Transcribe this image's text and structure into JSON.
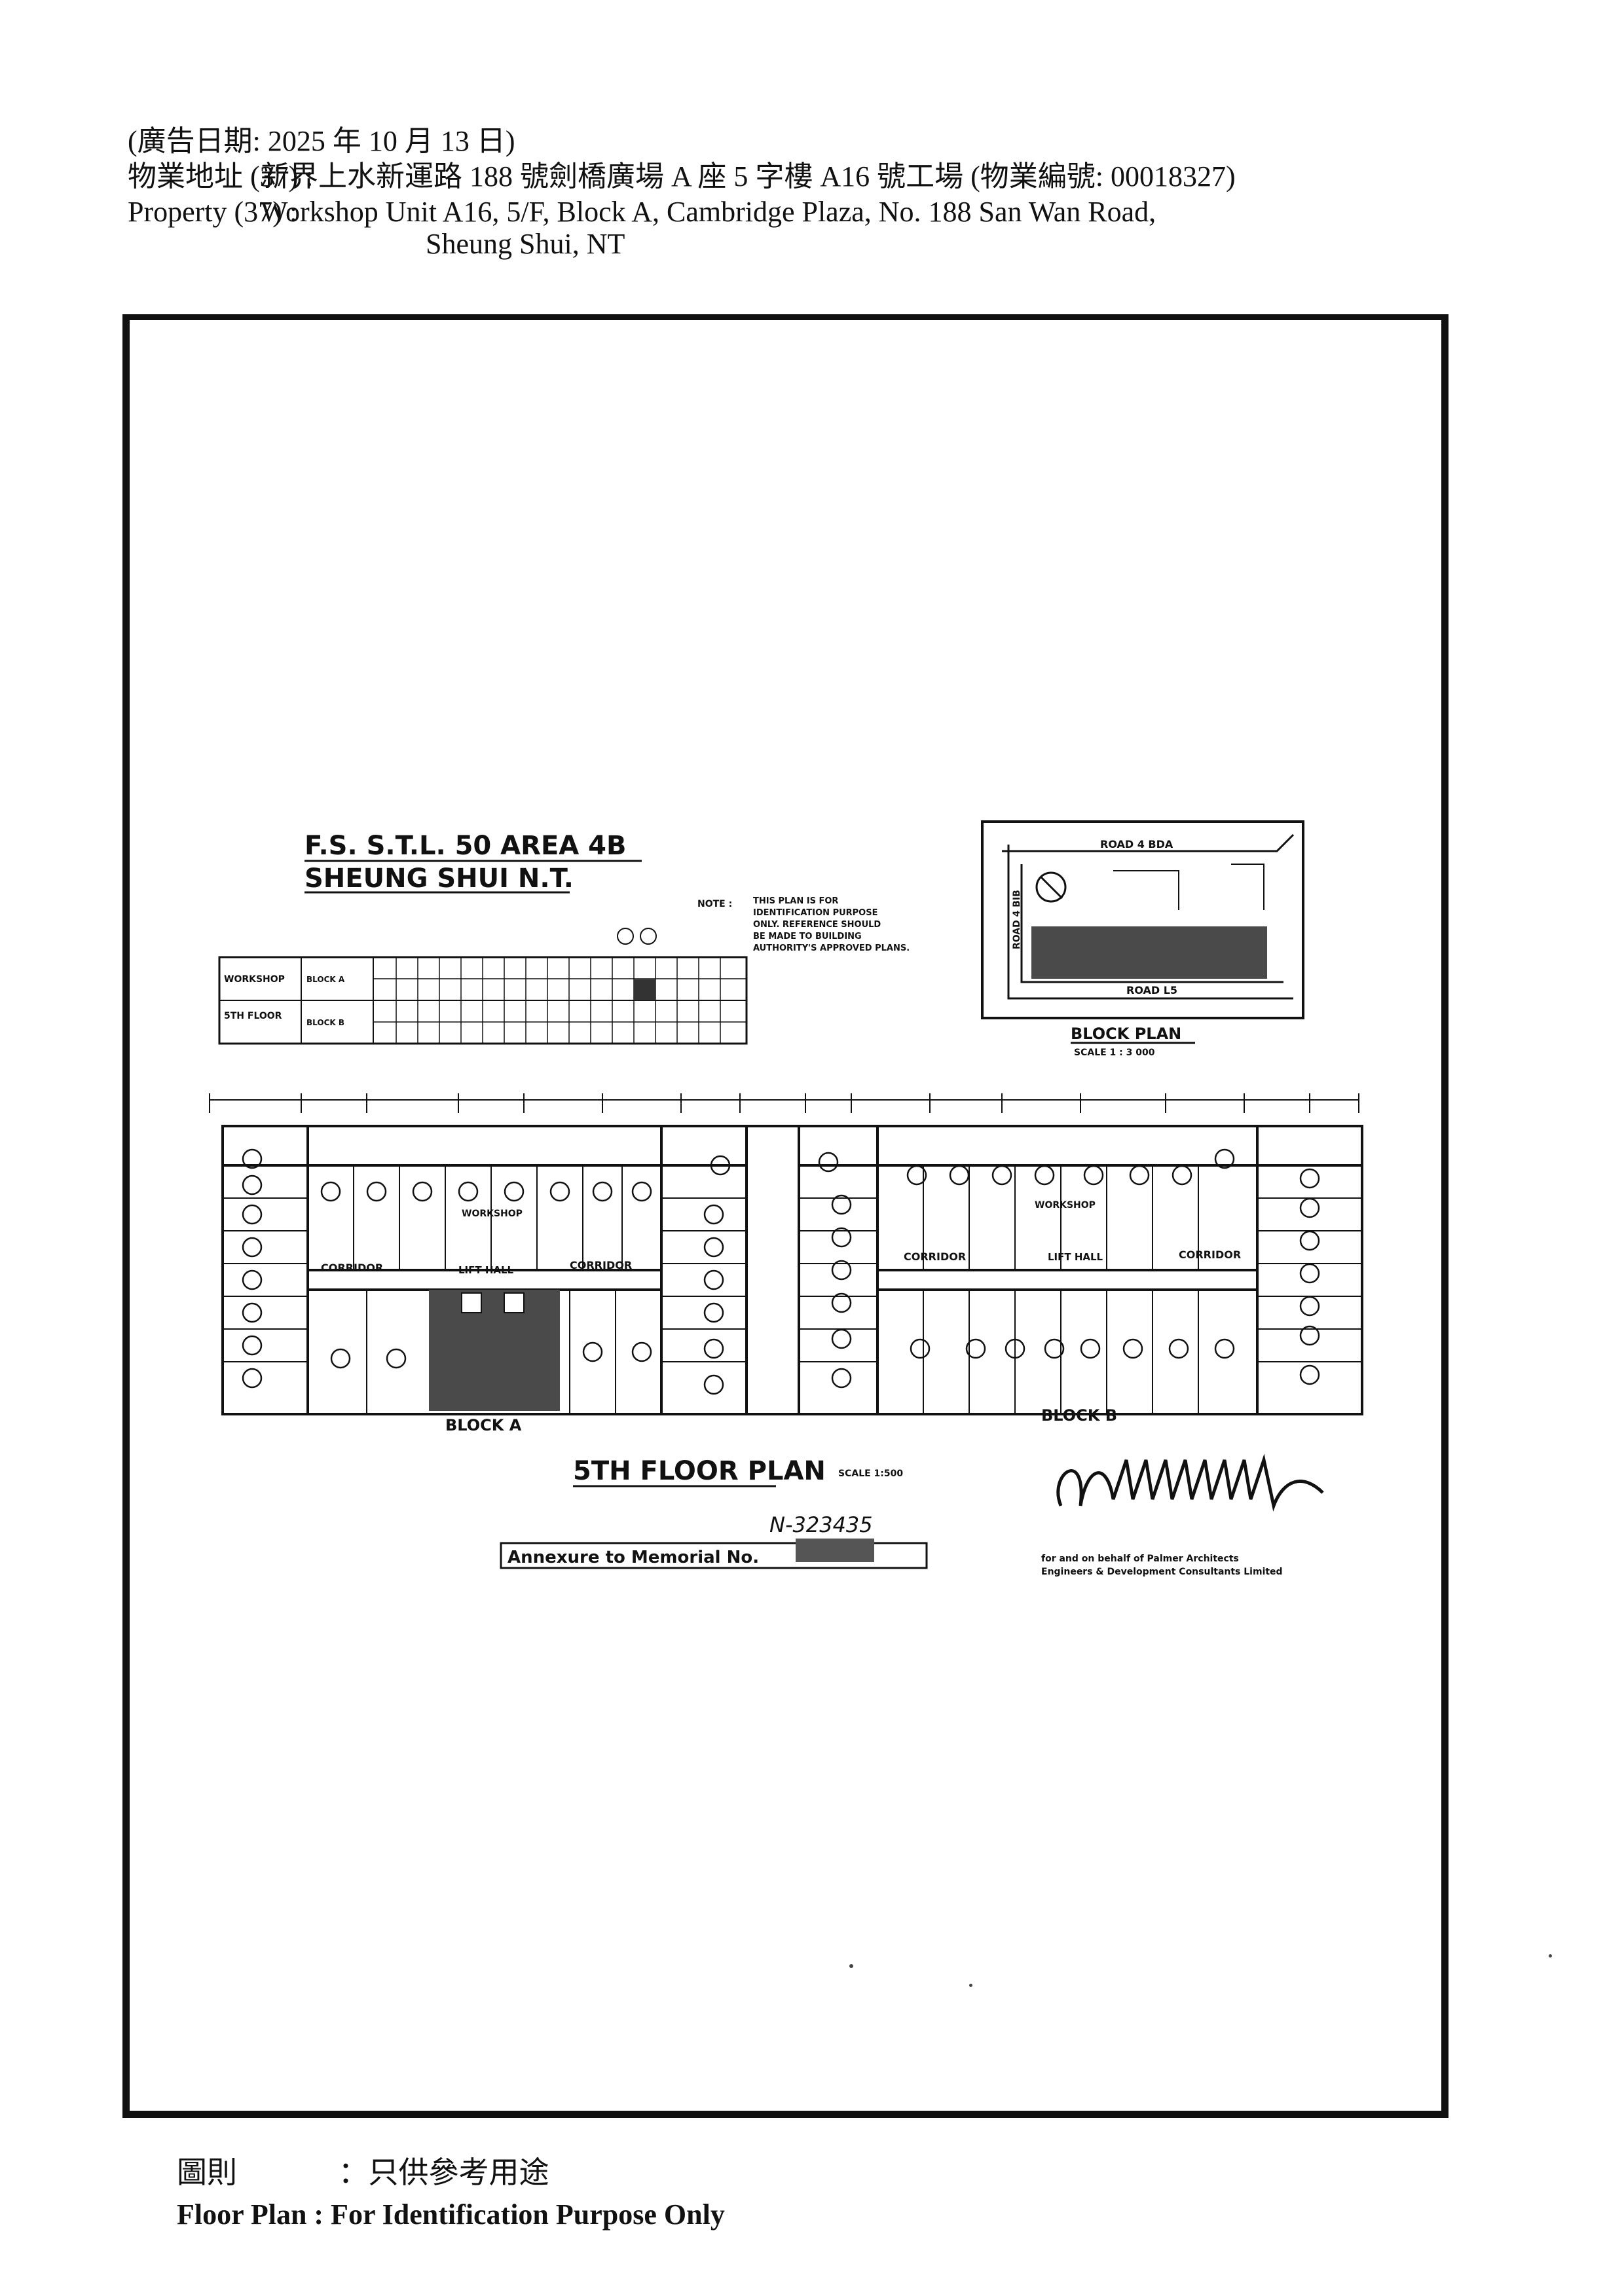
{
  "header": {
    "ad_date": "(廣告日期:  2025 年 10 月 13 日)",
    "address_label_zh": "物業地址 (37) :",
    "address_zh": "新界上水新運路 188 號劍橋廣場 A 座 5 字樓 A16 號工場 (物業編號: 00018327)",
    "address_label_en": "Property   (37) :",
    "address_en_line1": "Workshop Unit A16, 5/F, Block A, Cambridge Plaza, No. 188 San Wan Road,",
    "address_en_line2": "Sheung Shui, NT"
  },
  "plan": {
    "lot_title": "F.S. S.T.L. 50   AREA 4B",
    "lot_subtitle": "SHEUNG  SHUI   N.T.",
    "note_label": "NOTE :",
    "note_text": [
      "THIS PLAN IS FOR",
      "IDENTIFICATION PURPOSE",
      "ONLY. REFERENCE SHOULD",
      "BE MADE TO BUILDING",
      "AUTHORITY'S APPROVED PLANS."
    ],
    "schedule_row1": "WORKSHOP",
    "schedule_row2": "5TH FLOOR",
    "schedule_block_a": "BLOCK A",
    "schedule_block_b": "BLOCK B",
    "block_plan_title": "BLOCK  PLAN",
    "block_plan_scale": "SCALE  1 : 3 000",
    "block_plan_road_top": "ROAD 4 BDA",
    "block_plan_road_bottom": "ROAD L5",
    "block_plan_road_left": "ROAD 4 BIB",
    "corridor": "CORRIDOR",
    "lift_hall": "LIFT HALL",
    "workshop": "WORKSHOP",
    "block_a_label": "BLOCK   A",
    "block_b_label": "BLOCK   B",
    "floor_plan_title": "5TH  FLOOR  PLAN",
    "floor_plan_scale": "SCALE  1:500",
    "memorial_number": "N-323435",
    "memorial_text": "Annexure to Memorial No.",
    "firm_line1": "for and on behalf of Palmer Architects",
    "firm_line2": "Engineers & Development Consultants Limited"
  },
  "footer": {
    "label_zh": "圖則",
    "value_zh": "：只供參考用途",
    "line_en": "Floor Plan : For Identification Purpose Only"
  }
}
